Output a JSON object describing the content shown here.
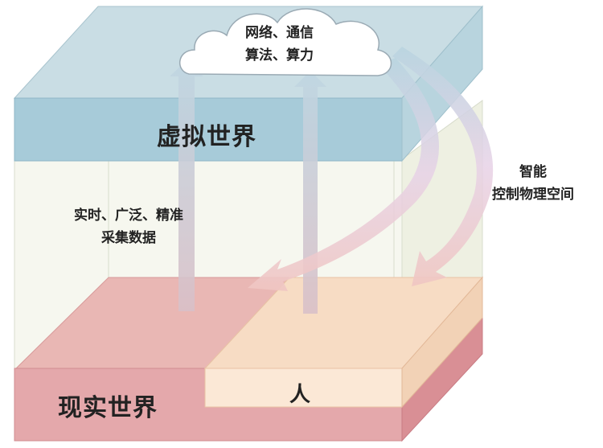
{
  "diagram": {
    "virtual_world": "虚拟世界",
    "real_world": "现实世界",
    "person": "人",
    "cloud": {
      "line1": "网络、通信",
      "line2": "算法、算力"
    },
    "collect": {
      "line1": "实时、广泛、精准",
      "line2": "采集数据"
    },
    "control": {
      "line1": "智能",
      "line2": "控制物理空间"
    },
    "colors": {
      "virtual_top": "#c9dde4",
      "virtual_front": "#a7cbd9",
      "virtual_side": "#b8d4de",
      "real_top": "#e9b7b4",
      "real_front": "#e4a8ab",
      "real_side": "#d98f95",
      "person_top": "#f7dcc4",
      "person_front": "#fbe8d6",
      "up_arrow": "#c7d6df",
      "down_arrow": "#d9b6c6"
    }
  }
}
